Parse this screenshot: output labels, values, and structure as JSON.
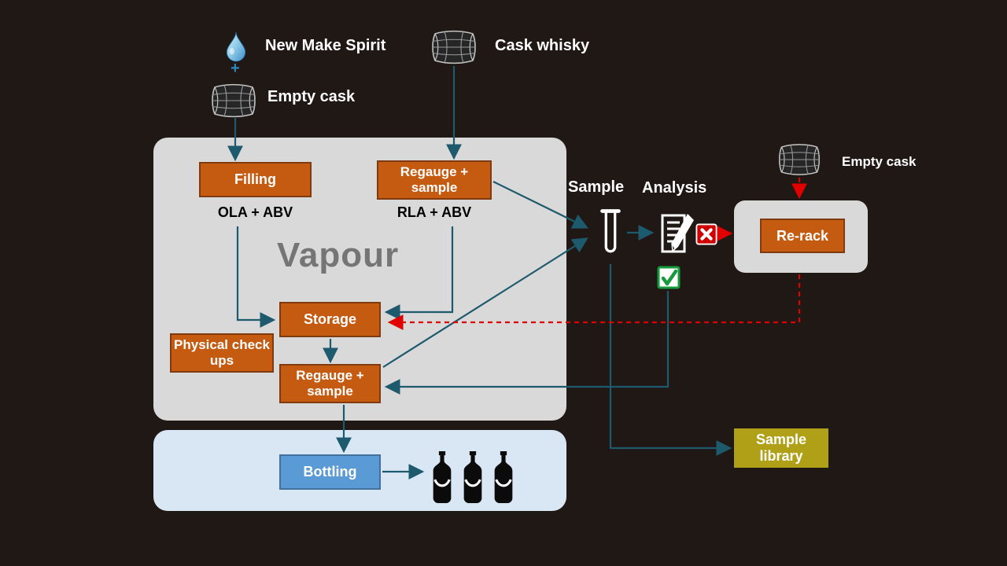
{
  "colors": {
    "background": "#1f1814",
    "panel_gray": "#d9d9d9",
    "panel_light_blue": "#d9e7f5",
    "process_box_orange": "#c55a11",
    "process_box_border": "#7f3a10",
    "bottling_box_blue": "#5b9bd5",
    "sample_library_olive": "#b0a018",
    "flow_arrow_teal": "#1e5a6e",
    "rerack_arrow_red": "#e00000",
    "watermark_gray": "#757575"
  },
  "top": {
    "new_make_spirit_label": "New Make Spirit",
    "plus_sign": "+",
    "empty_cask_label": "Empty cask",
    "cask_whisky_label": "Cask whisky"
  },
  "process_panel": {
    "watermark": "Vapour",
    "filling_label": "Filling",
    "regauge_sample_top_label": "Regauge + sample",
    "ola_abv_label": "OLA + ABV",
    "rla_abv_label": "RLA + ABV",
    "storage_label": "Storage",
    "physical_checkups_label": "Physical check ups",
    "regauge_sample_bottom_label": "Regauge + sample"
  },
  "analysis_section": {
    "sample_label": "Sample",
    "analysis_label": "Analysis",
    "rerack_label": "Re-rack",
    "empty_cask_label": "Empty cask"
  },
  "bottling_panel": {
    "bottling_label": "Bottling"
  },
  "library": {
    "sample_library_label": "Sample library"
  },
  "icons": {
    "water_drop": "droplet",
    "barrel": "wireframe-cask",
    "test_tube": "sample-test-tube",
    "analysis_doc": "document-with-pencil",
    "fail_mark": "red-x-box",
    "pass_mark": "green-check-box",
    "bottle": "whisky-bottle"
  }
}
